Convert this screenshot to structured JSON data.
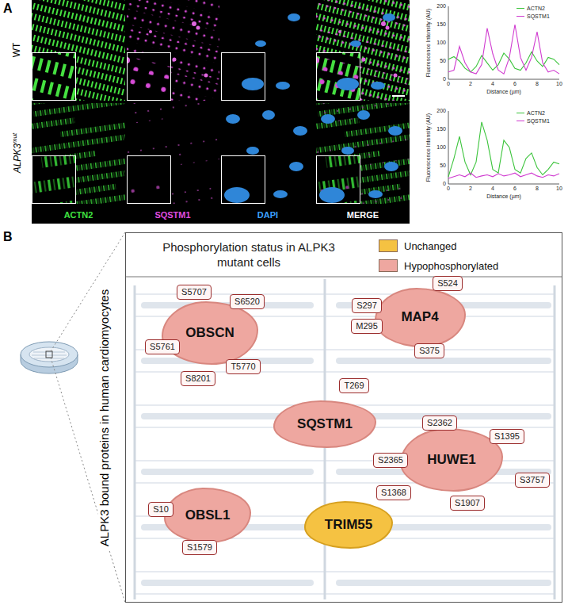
{
  "diagram": {
    "nodes": [
      {
        "text": [
          "Phosphorylation status in ALPK3 mutant cells"
        ]
      },
      {
        "text": [
          "OBSCN"
        ],
        "in": 0
      },
      {
        "text": [
          "S5707"
        ],
        "in": 0
      },
      {
        "text": [
          "S6520"
        ],
        "in": 0
      },
      {
        "text": [
          "S5761"
        ],
        "in": 0
      },
      {
        "text": [
          "T5770"
        ],
        "in": 0
      },
      {
        "text": [
          "S8201"
        ],
        "in": 0
      },
      {
        "text": [
          "MAP4"
        ],
        "in": 0
      },
      {
        "text": [
          "S297"
        ],
        "in": 0
      },
      {
        "text": [
          "S524"
        ],
        "in": 0
      },
      {
        "text": [
          "M295"
        ],
        "in": 0
      },
      {
        "text": [
          "S375"
        ],
        "in": 0
      },
      {
        "text": [
          "SQSTM1"
        ],
        "in": 0
      },
      {
        "text": [
          "T269"
        ],
        "in": 0
      },
      {
        "text": [
          "HUWE1"
        ],
        "in": 0
      },
      {
        "text": [
          "S2362"
        ],
        "in": 0
      },
      {
        "text": [
          "S1395"
        ],
        "in": 0
      },
      {
        "text": [
          "S2365"
        ],
        "in": 0
      },
      {
        "text": [
          "S1368"
        ],
        "in": 0
      },
      {
        "text": [
          "S1907"
        ],
        "in": 0
      },
      {
        "text": [
          "S3757"
        ],
        "in": 0
      },
      {
        "text": [
          "OBSL1"
        ],
        "in": 0
      },
      {
        "text": [
          "S10"
        ],
        "in": 0
      },
      {
        "text": [
          "S1579"
        ],
        "in": 0
      },
      {
        "text": [
          "TRIM55"
        ],
        "in": 0
      }
    ],
    "labels": [
      "A",
      "WT",
      "ALPK3",
      "mut",
      "ACTN2",
      "SQSTM1",
      "DAPI",
      "MERGE",
      "0",
      "50",
      "100",
      "150",
      "200",
      "0",
      "2",
      "4",
      "6",
      "8",
      "10",
      "Fluorescence Intensity (AU)",
      "Distance (µm)",
      "0",
      "50",
      "100",
      "150",
      "200",
      "0",
      "2",
      "4",
      "6",
      "8",
      "10",
      "Fluorescence Intensity (AU)",
      "Distance (µm)",
      "B",
      "ALPK3 bound proteins in human cardiomyocytes"
    ],
    "legend": [
      {
        "text": "ACTN2"
      },
      {
        "text": "SQSTM1"
      },
      {
        "text": "ACTN2"
      },
      {
        "text": "SQSTM1"
      },
      {
        "text": "Unchanged",
        "color": "#f5c242"
      },
      {
        "text": "Hypophosphorylated",
        "color": "#eea7a0"
      }
    ]
  }
}
